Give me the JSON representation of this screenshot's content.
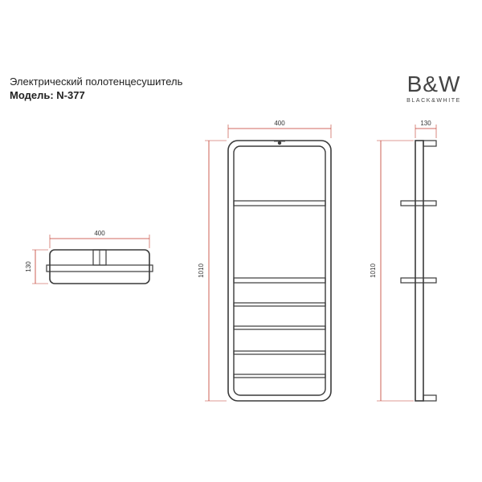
{
  "header": {
    "title": "Электрический полотенцесушитель",
    "model": "Модель: N-377"
  },
  "brand": {
    "mark": "B&W",
    "subtitle": "BLACK&WHITE"
  },
  "dimensions": {
    "top_view_width": "400",
    "top_view_depth": "130",
    "front_height": "1010",
    "front_width": "400",
    "side_height": "1010",
    "side_depth": "130"
  },
  "colors": {
    "outline": "#3a3a3a",
    "dimension_line": "#c0392b",
    "text": "#222222"
  }
}
